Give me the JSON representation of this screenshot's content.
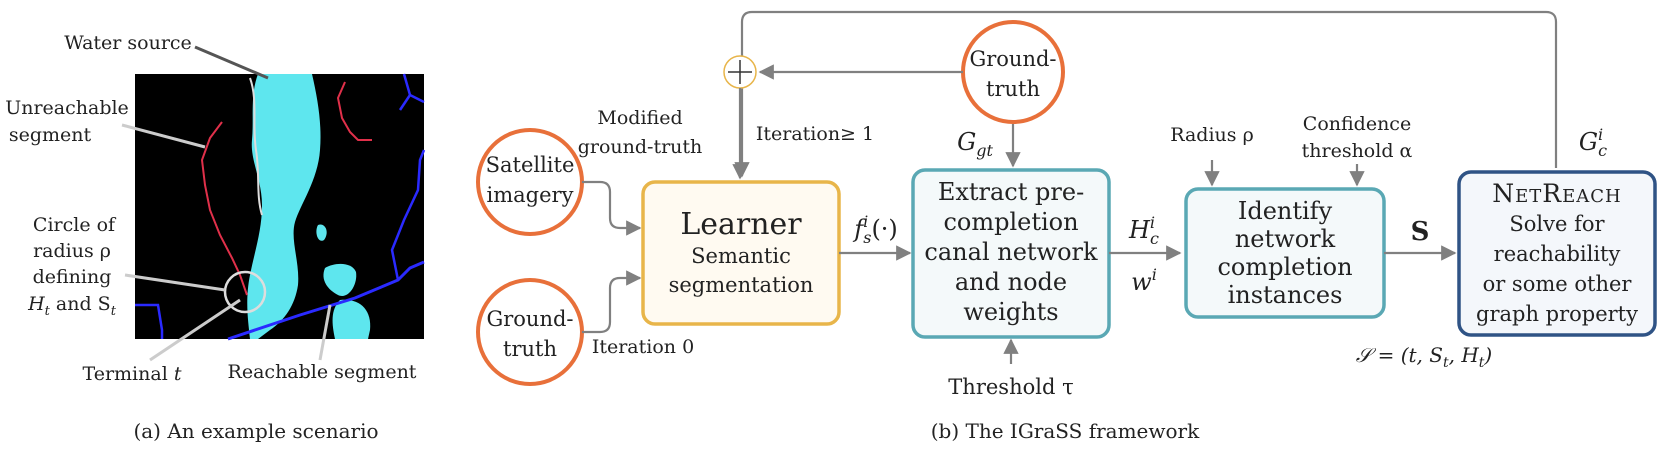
{
  "panel_a": {
    "water_source": "Water source",
    "unreachable_1": "Unreachable",
    "unreachable_2": "segment",
    "circle_1": "Circle of",
    "circle_2": "radius ρ",
    "circle_3": "defining",
    "circle_4": "H",
    "circle_4_sub": "t",
    "circle_4_mid": " and S",
    "circle_4_sub2": "t",
    "terminal": "Terminal ",
    "terminal_var": "t",
    "reachable": "Reachable segment",
    "caption": "(a) An example scenario"
  },
  "panel_b": {
    "satellite_1": "Satellite",
    "satellite_2": "imagery",
    "gt_1": "Ground-",
    "gt_2": "truth",
    "gt_top_1": "Ground-",
    "gt_top_2": "truth",
    "modified_1": "Modified",
    "modified_2": "ground-truth",
    "iteration_ge": "Iteration≥ 1",
    "iteration_0": "Iteration 0",
    "learner_title": "Learner",
    "learner_sub_1": "Semantic",
    "learner_sub_2": "segmentation",
    "fs": "f",
    "fs_sup": "i",
    "fs_sub": "s",
    "fs_arg": "(·)",
    "ggt": "G",
    "ggt_sub": "gt",
    "extract_1": "Extract pre-",
    "extract_2": "completion",
    "extract_3": "canal network",
    "extract_4": "and node",
    "extract_5": "weights",
    "threshold_tau": "Threshold τ",
    "hc": "H",
    "hc_sup": "i",
    "hc_sub": "c",
    "wi": "w",
    "wi_sup": "i",
    "radius": "Radius ρ",
    "confidence_1": "Confidence",
    "confidence_2": "threshold α",
    "identify_1": "Identify",
    "identify_2": "network",
    "identify_3": "completion",
    "identify_4": "instances",
    "s_bold": "S",
    "netreach_title": "NetReach",
    "netreach_1": "Solve for",
    "netreach_2": "reachability",
    "netreach_3": "or some other",
    "netreach_4": "graph property",
    "gc": "G",
    "gc_sup": "i",
    "gc_sub": "c",
    "s_formula": "𝒮 = (t, S",
    "s_formula_sub1": "t",
    "s_formula_mid": ", H",
    "s_formula_sub2": "t",
    "s_formula_end": ")",
    "caption": "(b) The IGraSS framework",
    "colors": {
      "input_circle": "#e8703a",
      "learner": "#e8b54a",
      "process": "#5aa8b4",
      "netreach": "#2f5385",
      "arrow": "#808080"
    }
  }
}
